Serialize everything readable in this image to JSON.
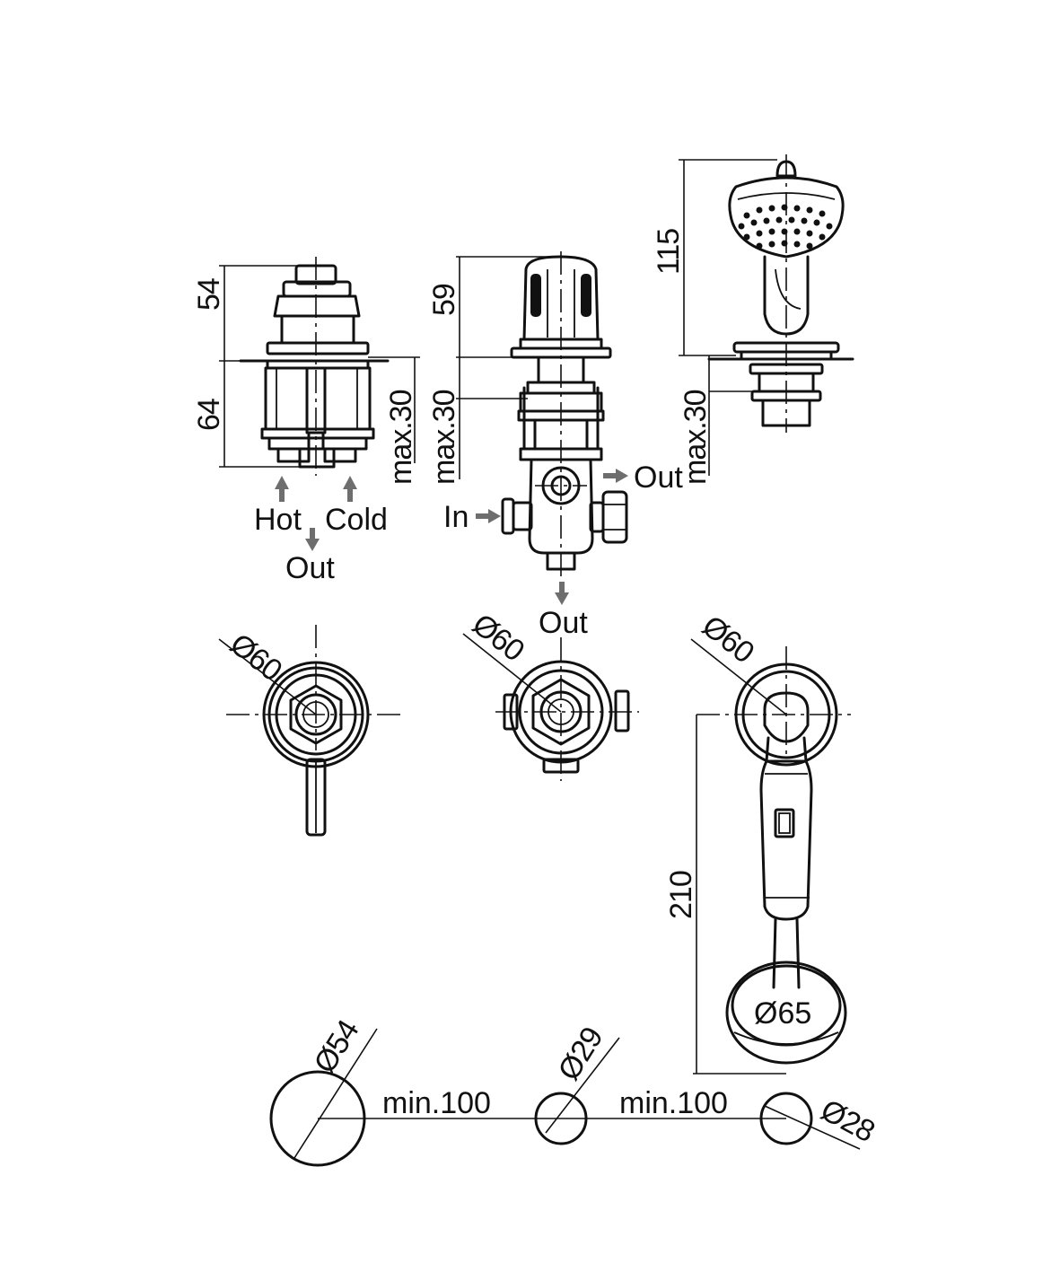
{
  "diagram": {
    "dimensions": {
      "mixer_top_height": "54",
      "mixer_bottom_height": "64",
      "mixer_max_deck": "max.30",
      "diverter_top_height": "59",
      "diverter_max_deck": "max.30",
      "shower_height": "115",
      "shower_max_deck": "max.30",
      "mixer_top_diameter": "Ø60",
      "diverter_top_diameter": "Ø60",
      "shower_top_diameter": "Ø60",
      "hose_length": "210",
      "shower_base_diameter": "Ø65",
      "hole1_diameter": "Ø54",
      "hole2_diameter": "Ø29",
      "hole3_diameter": "Ø28",
      "spacing1": "min.100",
      "spacing2": "min.100"
    },
    "flow_labels": {
      "hot": "Hot",
      "cold": "Cold",
      "mixer_out": "Out",
      "diverter_in": "In",
      "diverter_out_side": "Out",
      "diverter_out_bottom": "Out"
    },
    "colors": {
      "line": "#111111",
      "arrow": "#6e6e6e",
      "background": "#ffffff"
    }
  }
}
